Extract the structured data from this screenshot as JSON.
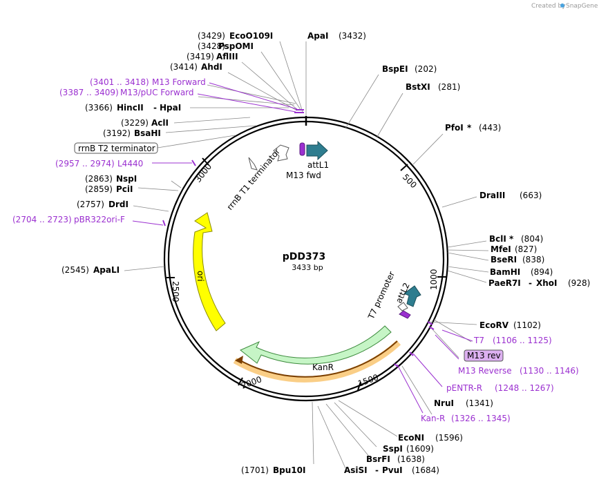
{
  "credit": {
    "prefix": "Created by",
    "brand": "SnapGene"
  },
  "plasmid": {
    "name": "pDD373",
    "size_label": "3433 bp"
  },
  "ticks": [
    "500",
    "1000",
    "1500",
    "2000",
    "2500",
    "3000"
  ],
  "features": {
    "attL1": "attL1",
    "m13fwd": "M13 fwd",
    "rrnbT1": "rrnB T1 terminator",
    "ori": "ori",
    "kanR": "KanR",
    "t7promoter": "T7 promoter",
    "attL2": "attL2"
  },
  "sites": [
    {
      "id": "apai",
      "pos": "(3432)",
      "name": "ApaI",
      "star": ""
    },
    {
      "id": "ecoo109i",
      "pos": "(3429)",
      "name": "EcoO109I",
      "star": ""
    },
    {
      "id": "pspomi",
      "pos": "(3428)",
      "name": "PspOMI",
      "star": ""
    },
    {
      "id": "aflIII",
      "pos": "(3419)",
      "name": "AflIII",
      "star": ""
    },
    {
      "id": "ahdi",
      "pos": "(3414)",
      "name": "AhdI",
      "star": ""
    },
    {
      "id": "m13forward",
      "pos": "(3401 .. 3418)",
      "name": "M13 Forward",
      "star": ""
    },
    {
      "id": "m13pucforward",
      "pos": "(3387 .. 3409)",
      "name": "M13/pUC Forward",
      "star": ""
    },
    {
      "id": "hincII",
      "pos": "(3366)",
      "name": "HincII",
      "name2": "HpaI",
      "star": ""
    },
    {
      "id": "acli",
      "pos": "(3229)",
      "name": "AclI",
      "star": ""
    },
    {
      "id": "bsahi",
      "pos": "(3192)",
      "name": "BsaHI",
      "star": ""
    },
    {
      "id": "rrnbt2",
      "pos": "",
      "name": "rrnB T2 terminator",
      "star": ""
    },
    {
      "id": "l4440",
      "pos": "(2957 .. 2974)",
      "name": "L4440",
      "star": ""
    },
    {
      "id": "nspi",
      "pos": "(2863)",
      "name": "NspI",
      "star": ""
    },
    {
      "id": "pcii",
      "pos": "(2859)",
      "name": "PciI",
      "star": ""
    },
    {
      "id": "drdi",
      "pos": "(2757)",
      "name": "DrdI",
      "star": ""
    },
    {
      "id": "pbr322",
      "pos": "(2704 .. 2723)",
      "name": "pBR322ori-F",
      "star": ""
    },
    {
      "id": "apali",
      "pos": "(2545)",
      "name": "ApaLI",
      "star": ""
    },
    {
      "id": "bspei",
      "pos": "(202)",
      "name": "BspEI",
      "star": ""
    },
    {
      "id": "bstxi",
      "pos": "(281)",
      "name": "BstXI",
      "star": ""
    },
    {
      "id": "pfoi",
      "pos": "(443)",
      "name": "PfoI",
      "star": "*"
    },
    {
      "id": "draiii",
      "pos": "(663)",
      "name": "DraIII",
      "star": ""
    },
    {
      "id": "bcli",
      "pos": "(804)",
      "name": "BclI",
      "star": "*"
    },
    {
      "id": "mfei",
      "pos": "(827)",
      "name": "MfeI",
      "star": ""
    },
    {
      "id": "bseri",
      "pos": "(838)",
      "name": "BseRI",
      "star": ""
    },
    {
      "id": "bamhi",
      "pos": "(894)",
      "name": "BamHI",
      "star": ""
    },
    {
      "id": "paer7i",
      "pos": "(928)",
      "name": "PaeR7I",
      "name2": "XhoI",
      "star": ""
    },
    {
      "id": "ecorv",
      "pos": "(1102)",
      "name": "EcoRV",
      "star": ""
    },
    {
      "id": "t7",
      "pos": "(1106 .. 1125)",
      "name": "T7",
      "star": ""
    },
    {
      "id": "m13rev",
      "pos": "",
      "name": "M13 rev",
      "star": ""
    },
    {
      "id": "m13reverse",
      "pos": "(1130 .. 1146)",
      "name": "M13 Reverse",
      "star": ""
    },
    {
      "id": "pentrr",
      "pos": "(1248 .. 1267)",
      "name": "pENTR-R",
      "star": ""
    },
    {
      "id": "nrui",
      "pos": "(1341)",
      "name": "NruI",
      "star": ""
    },
    {
      "id": "kanr",
      "pos": "(1326 .. 1345)",
      "name": "Kan-R",
      "star": ""
    },
    {
      "id": "econi",
      "pos": "(1596)",
      "name": "EcoNI",
      "star": ""
    },
    {
      "id": "sspi",
      "pos": "(1609)",
      "name": "SspI",
      "star": ""
    },
    {
      "id": "bsrfi",
      "pos": "(1638)",
      "name": "BsrFI",
      "star": ""
    },
    {
      "id": "asisi",
      "pos": "(1684)",
      "name": "AsiSI",
      "name2": "PvuI",
      "star": ""
    },
    {
      "id": "bpu10i",
      "pos": "(1701)",
      "name": "Bpu10I",
      "star": ""
    }
  ]
}
